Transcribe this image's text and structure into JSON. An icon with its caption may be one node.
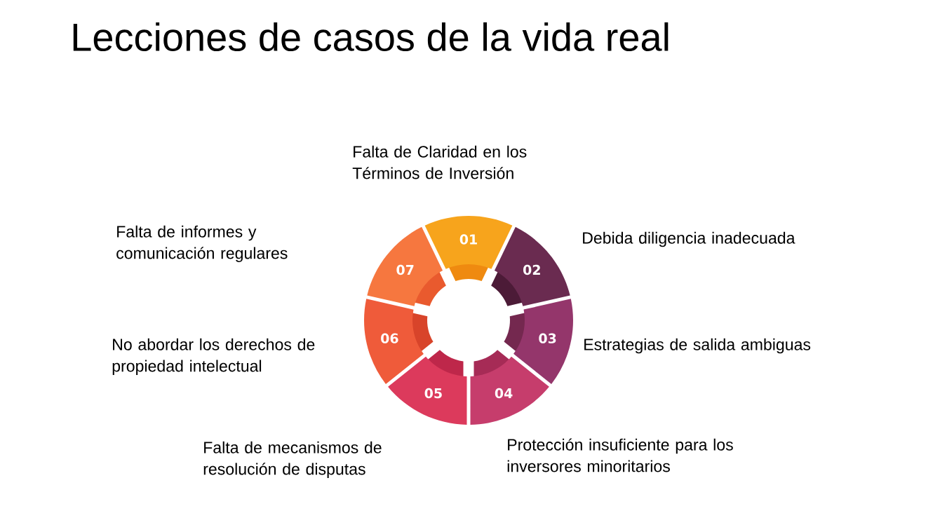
{
  "diagram": {
    "title": "Lecciones de casos de la vida real",
    "nodes": [
      {
        "text": [
          "01"
        ],
        "beside": [
          "Falta de Claridad en los Términos de Inversión"
        ]
      },
      {
        "text": [
          "02"
        ],
        "beside": [
          "Debida diligencia inadecuada"
        ]
      },
      {
        "text": [
          "03"
        ],
        "beside": [
          "Estrategias de salida ambiguas"
        ]
      },
      {
        "text": [
          "04"
        ],
        "beside": [
          "Protección insuficiente para los inversores minoritarios"
        ]
      },
      {
        "text": [
          "05"
        ],
        "beside": [
          "Falta de mecanismos de resolución de disputas"
        ]
      },
      {
        "text": [
          "06"
        ],
        "beside": [
          "No abordar los derechos de propiedad intelectual"
        ]
      },
      {
        "text": [
          "07"
        ]
      }
    ],
    "labels": [
      "Falta de informes y comunicación regulares"
    ]
  }
}
